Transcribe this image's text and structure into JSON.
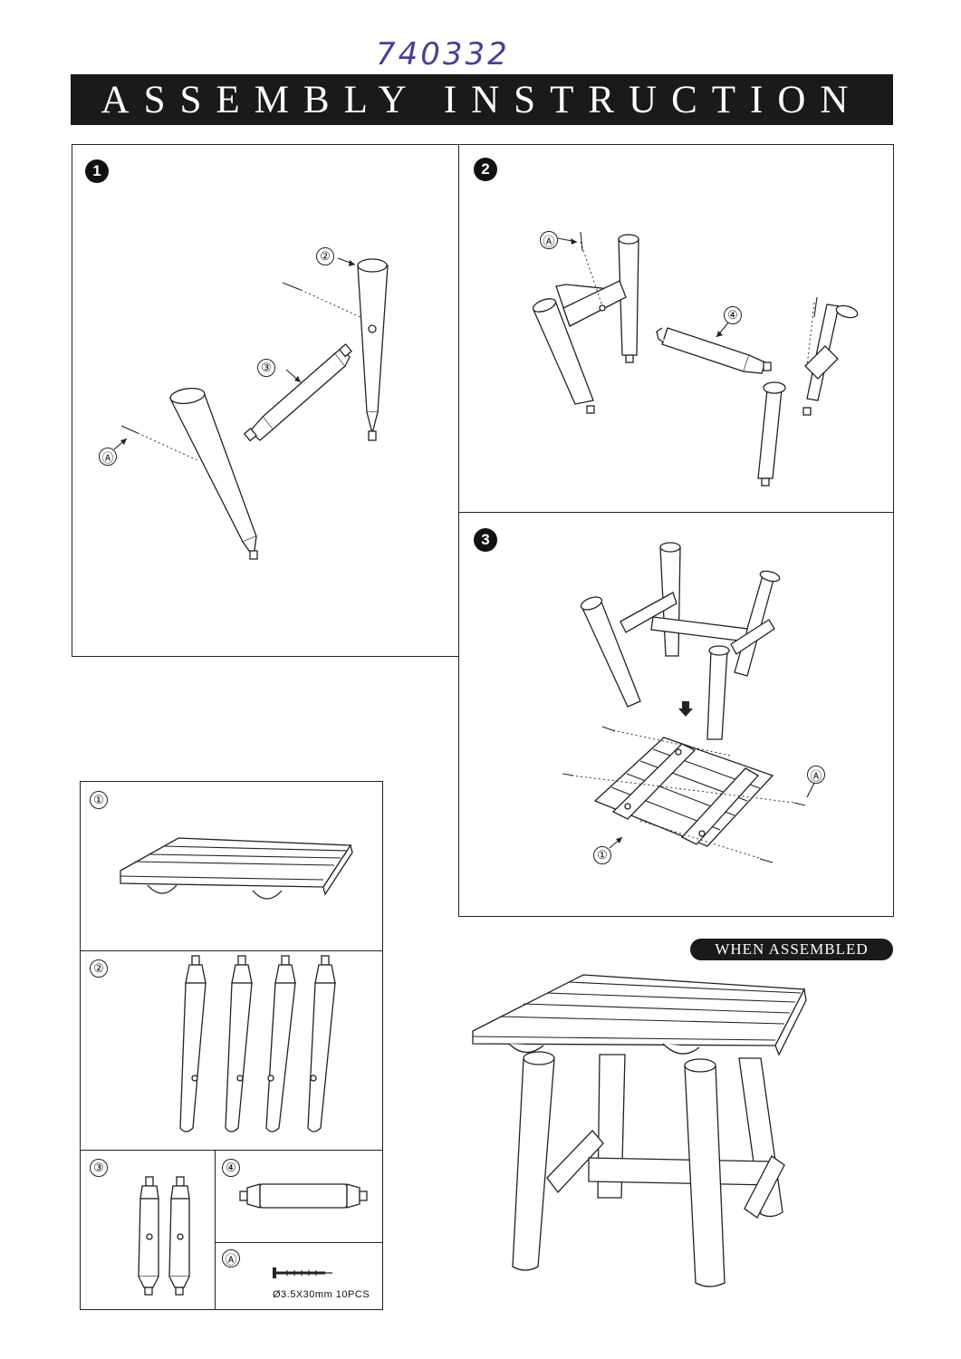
{
  "handwritten_code": "740332",
  "banner": {
    "title": "ASSEMBLY INSTRUCTION"
  },
  "steps": [
    {
      "number": "1",
      "labels": [
        "②",
        "③",
        "Ⓐ"
      ]
    },
    {
      "number": "2",
      "labels": [
        "Ⓐ",
        "④"
      ]
    },
    {
      "number": "3",
      "labels": [
        "Ⓐ",
        "①"
      ]
    }
  ],
  "parts": [
    {
      "label": "①"
    },
    {
      "label": "②"
    },
    {
      "label": "③"
    },
    {
      "label": "④"
    },
    {
      "label": "Ⓐ",
      "spec": "Ø3.5X30mm 10PCS"
    }
  ],
  "assembled": {
    "badge": "WHEN ASSEMBLED"
  }
}
